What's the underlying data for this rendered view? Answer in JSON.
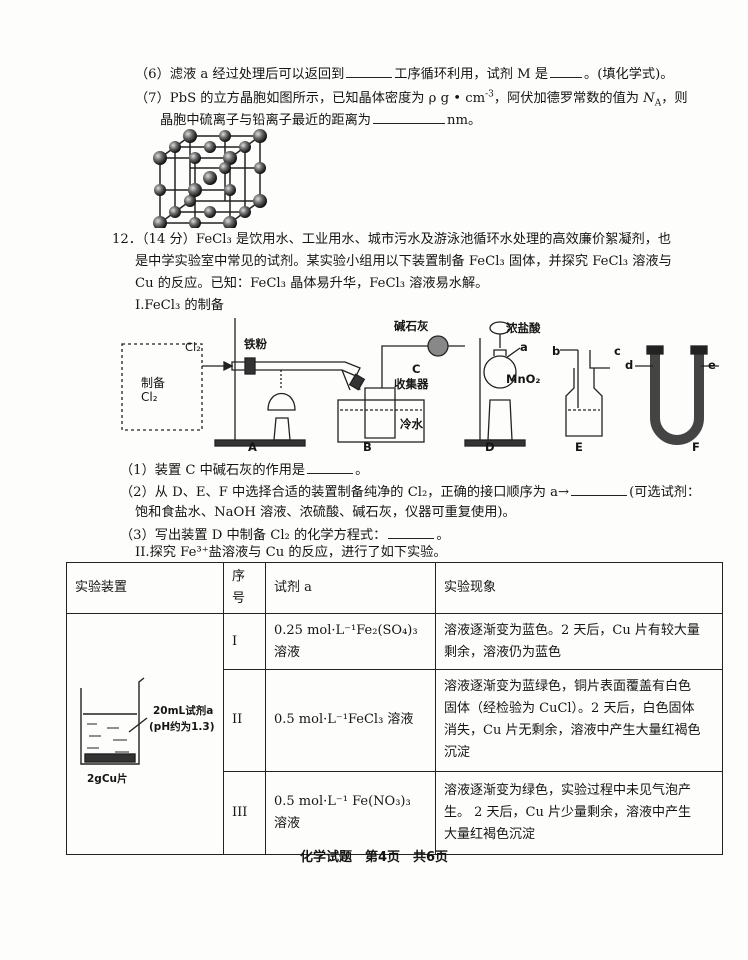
{
  "q6": {
    "part1": "（6）滤液 a 经过处理后可以返回到",
    "part2": "工序循环利用，试剂 M 是",
    "part3": "。(填化学式)。"
  },
  "q7": {
    "line1_a": "（7）PbS 的立方晶胞如图所示，已知晶体密度为 ρ g • cm",
    "line1_sup": "-3",
    "line1_b": "，阿伏加德罗常数的值为 ",
    "line1_na": "N",
    "line1_na_sub": "A",
    "line1_c": "，则",
    "line2_a": "晶胞中硫离子与铅离子最近的距离为",
    "line2_b": "nm。"
  },
  "q12": {
    "line1": "12．（14 分）FeCl₃ 是饮用水、工业用水、城市污水及游泳池循环水处理的高效廉价絮凝剂，也",
    "line2": "是中学实验室中常见的试剂。某实验小组用以下装置制备 FeCl₃ 固体，并探究 FeCl₃ 溶液与",
    "line3": "Cu 的反应。已知：FeCl₃ 晶体易升华，FeCl₃ 溶液易水解。",
    "section1": "I.FeCl₃ 的制备",
    "sub1_a": "（1）装置 C 中碱石灰的作用是",
    "sub1_b": "。",
    "sub2_a": "（2）从 D、E、F 中选择合适的装置制备纯净的 Cl₂，正确的接口顺序为 a→",
    "sub2_b": "(可选试剂：",
    "sub2_c": "饱和食盐水、NaOH 溶液、浓硫酸、碱石灰，仪器可重复使用)。",
    "sub3_a": "（3）写出装置 D 中制备 Cl₂ 的化学方程式：",
    "sub3_b": "。",
    "section2": "II.探究 Fe³⁺盐溶液与 Cu 的反应，进行了如下实验。"
  },
  "apparatus": {
    "box1": "制备",
    "box2": "Cl₂",
    "cl2": "Cl₂",
    "iron": "铁粉",
    "soda_lime": "碱石灰",
    "c": "C",
    "collector": "收集器",
    "cold_water": "冷水",
    "conc_hcl": "浓盐酸",
    "a_port": "a",
    "mno2": "MnO₂",
    "b_port": "b",
    "c_port": "c",
    "d_port": "d",
    "e_port": "e",
    "labels": [
      "A",
      "B",
      "D",
      "E",
      "F"
    ]
  },
  "table": {
    "headers": [
      "实验装置",
      "序号",
      "试剂 a",
      "实验现象"
    ],
    "beaker_label1": "20mL试剂a",
    "beaker_label2": "(pH约为1.3)",
    "beaker_label3": "2gCu片",
    "rows": [
      {
        "no": "I",
        "reagent": "0.25 mol·L⁻¹Fe₂(SO₄)₃ 溶液",
        "ph1": "溶液逐渐变为蓝色。2 天后，Cu 片有较大量",
        "ph2": "剩余，溶液仍为蓝色"
      },
      {
        "no": "II",
        "reagent": "0.5 mol·L⁻¹FeCl₃ 溶液",
        "ph1": "溶液逐渐变为蓝绿色，铜片表面覆盖有白色",
        "ph2": "固体（经检验为 CuCl）。2 天后，白色固体",
        "ph3": "消失，Cu 片无剩余，溶液中产生大量红褐色",
        "ph4": "沉淀"
      },
      {
        "no": "III",
        "reagent": "0.5 mol·L⁻¹ Fe(NO₃)₃ 溶液",
        "ph1": "溶液逐渐变为绿色，实验过程中未见气泡产",
        "ph2": "生。 2 天后，Cu 片少量剩余，溶液中产生",
        "ph3": "大量红褐色沉淀"
      }
    ]
  },
  "footer": "化学试题　第4页　共6页"
}
